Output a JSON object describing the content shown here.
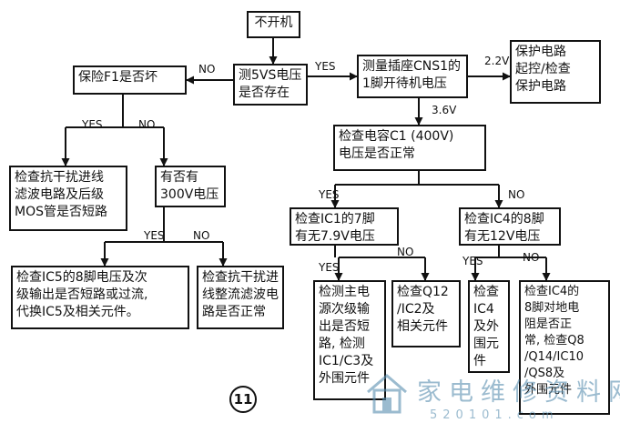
{
  "boxes": {
    "start": "不开机",
    "check_5vs": "测5VS电压\n是否存在",
    "fuse": "保险F1是否坏",
    "measure_cns1": "测量插座CNS1的\n1脚开待机电压",
    "protect": "保护电路\n起控/检查\n保护电路",
    "check_c1": "检查电容C1 (400V)\n电压是否正常",
    "check_filter_mos": "检查抗干扰进线\n滤波电路及后级\nMOS管是否短路",
    "has_300v": "有否有\n300V电压",
    "check_ic1_pin7": "检查IC1的7脚\n有无7.9V电压",
    "check_ic4_pin8": "检查IC4的8脚\n有无12V电压",
    "check_ic5_pin8": "检查IC5的8脚电压及次\n级输出是否短路或过流,\n代换IC5及相关元件。",
    "check_filter_rect": "检查抗干扰进\n线整流滤波电\n路是否正常",
    "check_main_power": "检测主电\n源次级输\n出是否短\n路, 检测\nIC1/C3及\n外围元件",
    "check_q12": "检查Q12\n/IC2及\n相关元件",
    "check_ic4": "检查\nIC4\n及外\n围元\n件",
    "check_ic4_ground": "检查IC4的\n8脚对地电\n阻是否正\n常, 检查Q8\n/Q14/IC10\n/QS8及\n外围元件"
  },
  "labels": {
    "no": "NO",
    "yes": "YES",
    "v22": "2.2V",
    "v36": "3.6V"
  },
  "figure_number": "11",
  "watermark": {
    "text": "家电维修资料网",
    "url": "520101.com"
  }
}
